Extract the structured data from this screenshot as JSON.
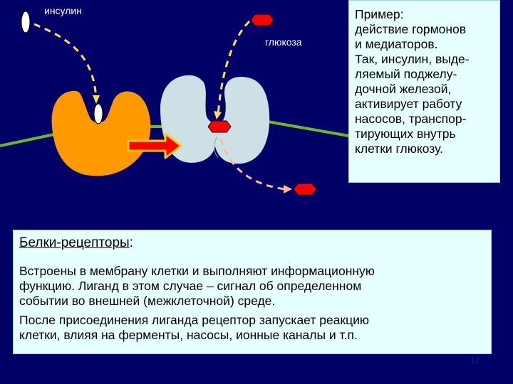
{
  "diagram": {
    "insulin_label": "инсулин",
    "glucose_label": "глюкоза"
  },
  "example": {
    "lines": [
      "Пример:",
      "действие гормонов",
      "и медиаторов.",
      "Так, инсулин, выде-",
      "ляемый поджелу-",
      "дочной железой,",
      "активирует работу",
      "насосов, транспор-",
      "тирующих внутрь",
      "клетки глюкозу."
    ]
  },
  "receptors": {
    "title": "Белки-рецепторы",
    "title_suffix": ":",
    "paragraph1_lines": [
      "Встроены в мембрану клетки и выполняют информационную",
      "функцию. Лиганд в этом случае – сигнал об определенном",
      "событии во внешней (межклеточной) среде."
    ],
    "paragraph2_lines": [
      "После присоединения лиганда рецептор запускает реакцию",
      "клетки, влияя на ферменты, насосы, ионные каналы и т.п."
    ]
  },
  "page_number": "12",
  "colors": {
    "background": "#000066",
    "receptor_protein": "#ff9900",
    "pump_protein": "#cce0e6",
    "membrane": "#66bb22",
    "glucose": "#ff0000",
    "arrow_fill": "#ff0000",
    "arrow_outline": "#ffcc00",
    "text_box": "#e6ffff"
  }
}
